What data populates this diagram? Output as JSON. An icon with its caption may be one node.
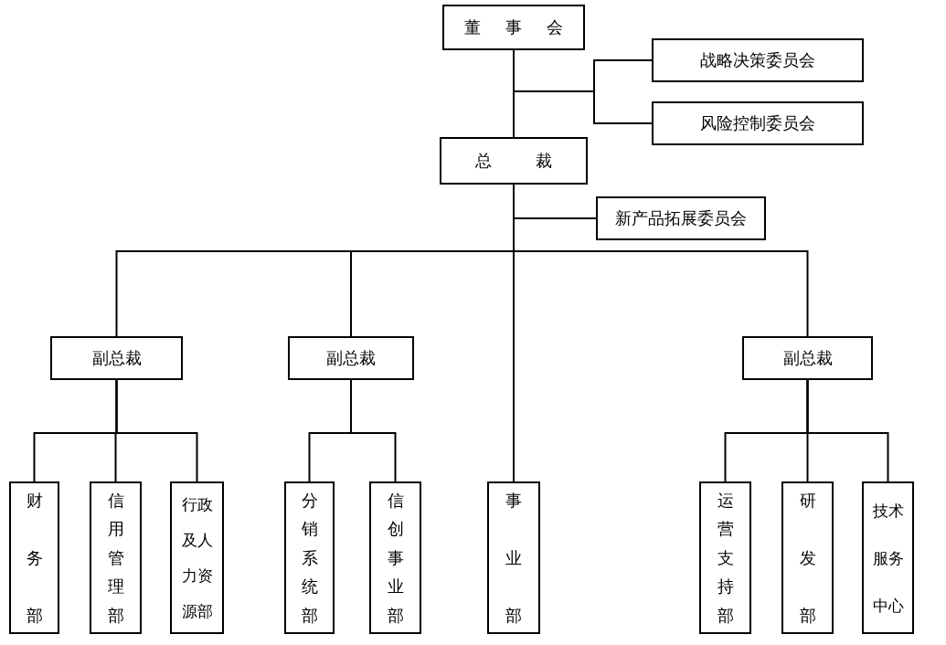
{
  "diagram": {
    "nodes": [
      {
        "text": [
          "董 事 会"
        ]
      },
      {
        "text": [
          "战略决策委员会"
        ]
      },
      {
        "text": [
          "风险控制委员会"
        ]
      },
      {
        "text": [
          "总 裁"
        ]
      },
      {
        "text": [
          "新产品拓展委员会"
        ]
      },
      {
        "text": [
          "副总裁"
        ]
      },
      {
        "text": [
          "副总裁"
        ]
      },
      {
        "text": [
          "副总裁"
        ]
      },
      {
        "text": [
          "财务部"
        ]
      },
      {
        "text": [
          "信用管理部"
        ]
      },
      {
        "text": [
          "行政及人力资源部"
        ]
      },
      {
        "text": [
          "分销系统部"
        ]
      },
      {
        "text": [
          "信创事业部"
        ]
      },
      {
        "text": [
          "事业部"
        ]
      },
      {
        "text": [
          "运营支持部"
        ]
      },
      {
        "text": [
          "研发部"
        ]
      },
      {
        "text": [
          "技术服务中心"
        ]
      }
    ],
    "edges": [
      {
        "from": 0,
        "to": 3,
        "arrow": "none"
      },
      {
        "from": 0,
        "to": 1,
        "arrow": "none"
      },
      {
        "from": 0,
        "to": 2,
        "arrow": "none"
      },
      {
        "from": 3,
        "to": 4,
        "arrow": "none"
      },
      {
        "from": 3,
        "to": 5,
        "arrow": "none"
      },
      {
        "from": 3,
        "to": 6,
        "arrow": "none"
      },
      {
        "from": 3,
        "to": 13,
        "arrow": "none"
      },
      {
        "from": 3,
        "to": 7,
        "arrow": "none"
      },
      {
        "from": 5,
        "to": 8,
        "arrow": "none"
      },
      {
        "from": 5,
        "to": 9,
        "arrow": "none"
      },
      {
        "from": 5,
        "to": 10,
        "arrow": "none"
      },
      {
        "from": 6,
        "to": 11,
        "arrow": "none"
      },
      {
        "from": 6,
        "to": 12,
        "arrow": "none"
      },
      {
        "from": 7,
        "to": 14,
        "arrow": "none"
      },
      {
        "from": 7,
        "to": 15,
        "arrow": "none"
      },
      {
        "from": 7,
        "to": 16,
        "arrow": "none"
      }
    ]
  }
}
